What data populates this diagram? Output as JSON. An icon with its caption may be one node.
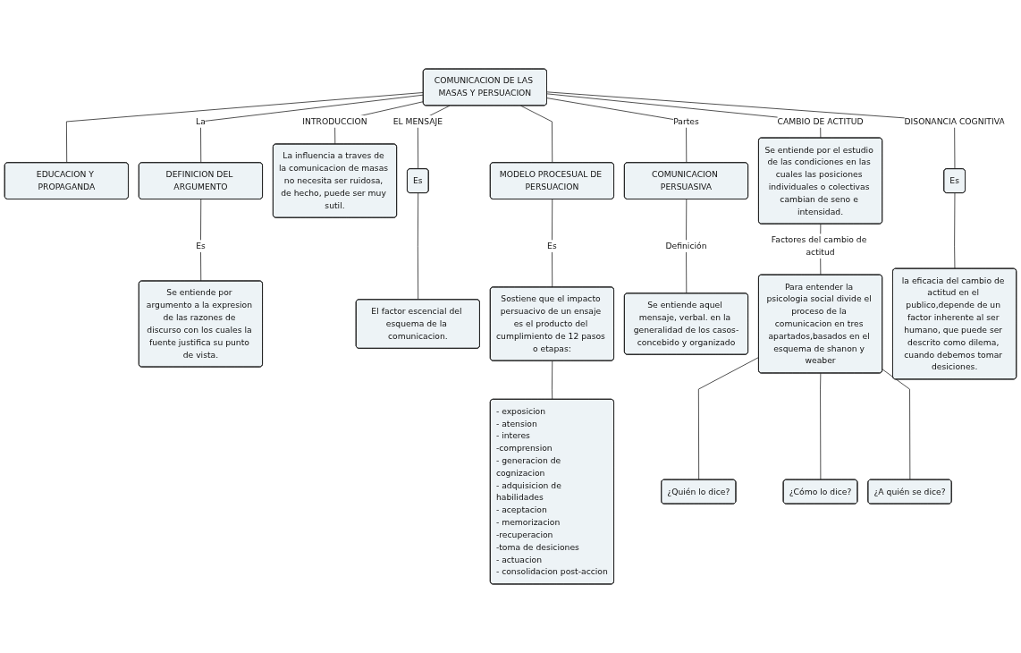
{
  "diagram": {
    "nodes": [
      {
        "text": [
          "COMUNICACION DE LAS MASAS Y PERSUACION"
        ]
      },
      {
        "text": [
          "EDUCACION Y PROPAGANDA"
        ]
      },
      {
        "text": [
          "DEFINICION DEL ARGUMENTO"
        ]
      },
      {
        "text": [
          "La influencia a traves de la comunicacion de masas no necesita ser ruidosa, de hecho, puede ser muy sutil."
        ]
      },
      {
        "text": [
          "Se entiende por argumento a la expresion de las razones de discurso con los cuales la fuente justifica su punto de vista."
        ]
      },
      {
        "text": [
          "Es"
        ]
      },
      {
        "text": [
          "MODELO PROCESUAL DE PERSUACION"
        ]
      },
      {
        "text": [
          "Se entiende por el estudio de las condiciones en las cuales las posiciones individuales o colectivas cambian de seno e intensidad."
        ]
      },
      {
        "text": [
          "COMUNICACION PERSUASIVA"
        ]
      },
      {
        "text": [
          "El factor escencial del esquema de la comunicacion."
        ]
      },
      {
        "text": [
          "Sostiene que el impacto persuacivo de un ensaje es el producto del cumplimiento de 12 pasos o etapas:"
        ]
      },
      {
        "text": [
          "Se entiende aquel mensaje, verbal. en la generalidad de los casos-concebido y organizado"
        ]
      },
      {
        "text": [
          "Es"
        ]
      },
      {
        "text": [
          "- exposicion",
          "- atension",
          "- interes",
          "-comprension",
          "- generacion de cognizacion",
          "- adquisicion de habilidades",
          "- aceptacion",
          "- memorizacion",
          "-recuperacion",
          "-toma de desiciones",
          "- actuacion",
          "- consolidacion post-accion"
        ]
      },
      {
        "text": [
          "Para entender la psicologia social divide el proceso de la comunicacion en tres apartados,basados en el esquema de shanon y weaber"
        ]
      },
      {
        "text": [
          "la eficacia del cambio de actitud en el publico,depende de un factor inherente al ser humano, que puede ser descrito como dilema, cuando debemos tomar desiciones."
        ]
      },
      {
        "text": [
          "¿Quién lo dice?"
        ]
      },
      {
        "text": [
          "¿Cómo lo dice?"
        ]
      },
      {
        "text": [
          "¿A quién se dice?"
        ]
      }
    ],
    "edges": [
      {
        "from": 0,
        "to": 1,
        "arrow": "none"
      },
      {
        "from": 0,
        "to": 2,
        "arrow": "none",
        "label": "La"
      },
      {
        "from": 0,
        "to": 3,
        "arrow": "none",
        "label": "INTRODUCCION"
      },
      {
        "from": 0,
        "to": 6,
        "arrow": "none"
      },
      {
        "from": 0,
        "to": 7,
        "arrow": "none",
        "label": "CAMBIO DE ACTITUD"
      },
      {
        "from": 0,
        "to": 8,
        "arrow": "none",
        "label": "Partes"
      },
      {
        "from": 0,
        "to": 12,
        "arrow": "none",
        "label": "DISONANCIA COGNITIVA"
      },
      {
        "from": 0,
        "to": 5,
        "arrow": "none",
        "label": "EL MENSAJE"
      },
      {
        "from": 2,
        "to": 4,
        "arrow": "none",
        "label": "Es"
      },
      {
        "from": 5,
        "to": 9,
        "arrow": "none"
      },
      {
        "from": 6,
        "to": 10,
        "arrow": "none",
        "label": "Es"
      },
      {
        "from": 10,
        "to": 13,
        "arrow": "none"
      },
      {
        "from": 7,
        "to": 14,
        "arrow": "none",
        "label": "Factores del cambio de actitud"
      },
      {
        "from": 8,
        "to": 11,
        "arrow": "none",
        "label": "Definición"
      },
      {
        "from": 12,
        "to": 15,
        "arrow": "none"
      },
      {
        "from": 14,
        "to": 16,
        "arrow": "none"
      },
      {
        "from": 14,
        "to": 17,
        "arrow": "none"
      },
      {
        "from": 14,
        "to": 18,
        "arrow": "none"
      }
    ]
  }
}
